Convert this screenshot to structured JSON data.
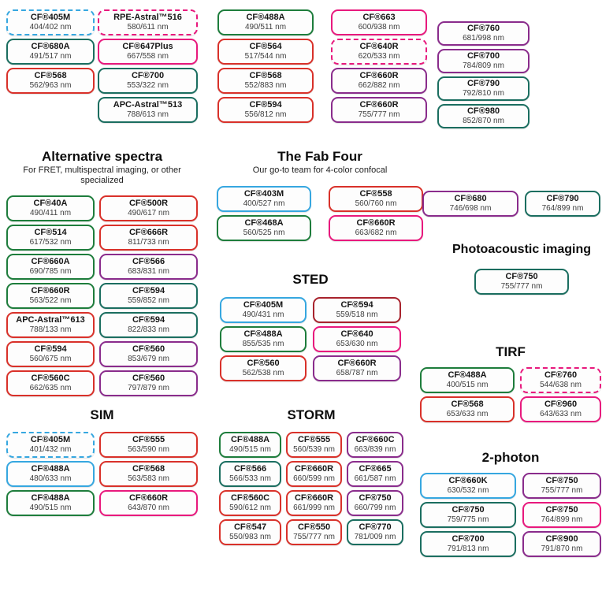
{
  "palette": {
    "blue": "#36a7e0",
    "green": "#1e7d3c",
    "teal": "#1b6e60",
    "red": "#d9312a",
    "darkred": "#a8232d",
    "pink": "#e8197d",
    "purple": "#8a2c8c"
  },
  "top_groups": [
    {
      "pills": [
        {
          "name": "CF®405M",
          "wl": "404/402 nm",
          "color": "blue",
          "dashed": true
        },
        {
          "name": "CF®680A",
          "wl": "491/517 nm",
          "color": "teal"
        },
        {
          "name": "CF®568",
          "wl": "562/963 nm",
          "color": "red"
        }
      ]
    },
    {
      "pills": [
        {
          "name": "RPE-Astral™516",
          "wl": "580/611 nm",
          "color": "pink",
          "dashed": true
        },
        {
          "name": "CF®647Plus",
          "wl": "667/558 nm",
          "color": "pink"
        },
        {
          "name": "CF®700",
          "wl": "553/322 nm",
          "color": "teal"
        },
        {
          "name": "APC-Astral™513",
          "wl": "788/613 nm",
          "color": "teal"
        }
      ]
    },
    {
      "pills": [
        {
          "name": "CF®488A",
          "wl": "490/511 nm",
          "color": "green"
        },
        {
          "name": "CF®564",
          "wl": "517/544 nm",
          "color": "red"
        },
        {
          "name": "CF®568",
          "wl": "552/883 nm",
          "color": "red"
        },
        {
          "name": "CF®594",
          "wl": "556/812 nm",
          "color": "red"
        }
      ]
    },
    {
      "pills": [
        {
          "name": "CF®663",
          "wl": "600/938 nm",
          "color": "pink"
        },
        {
          "name": "CF®640R",
          "wl": "620/533 nm",
          "color": "pink",
          "dashed": true
        },
        {
          "name": "CF®660R",
          "wl": "662/882 nm",
          "color": "purple"
        },
        {
          "name": "CF®660R",
          "wl": "755/777 nm",
          "color": "purple"
        }
      ]
    },
    {
      "pills": [
        {
          "name": "CF®760",
          "wl": "681/998 nm",
          "color": "purple"
        },
        {
          "name": "CF®700",
          "wl": "784/809 nm",
          "color": "purple"
        },
        {
          "name": "CF®790",
          "wl": "792/810 nm",
          "color": "teal"
        },
        {
          "name": "CF®980",
          "wl": "852/870 nm",
          "color": "teal"
        }
      ]
    }
  ],
  "standalone_pair": {
    "pills": [
      {
        "name": "CF®680",
        "wl": "746/698 nm",
        "color": "purple"
      },
      {
        "name": "CF®790",
        "wl": "764/899 nm",
        "color": "teal"
      }
    ]
  },
  "sections": {
    "alternative": {
      "title": "Alternative spectra",
      "subtitle": "For FRET, multispectral imaging, or other specialized",
      "pills": [
        {
          "name": "CF®40A",
          "wl": "490/411 nm",
          "color": "green"
        },
        {
          "name": "CF®500R",
          "wl": "490/617 nm",
          "color": "red"
        },
        {
          "name": "CF®514",
          "wl": "617/532 nm",
          "color": "green"
        },
        {
          "name": "CF®666R",
          "wl": "811/733 nm",
          "color": "red"
        },
        {
          "name": "CF®660A",
          "wl": "690/785 nm",
          "color": "green"
        },
        {
          "name": "CF®566",
          "wl": "683/831 nm",
          "color": "purple"
        },
        {
          "name": "CF®660R",
          "wl": "563/522 nm",
          "color": "green"
        },
        {
          "name": "CF®594",
          "wl": "559/852 nm",
          "color": "teal"
        },
        {
          "name": "APC-Astral™613",
          "wl": "788/133 nm",
          "color": "red"
        },
        {
          "name": "CF®594",
          "wl": "822/833 nm",
          "color": "teal"
        },
        {
          "name": "CF®594",
          "wl": "560/675 nm",
          "color": "red"
        },
        {
          "name": "CF®560",
          "wl": "853/679 nm",
          "color": "purple"
        },
        {
          "name": "CF®560C",
          "wl": "662/635 nm",
          "color": "red"
        },
        {
          "name": "CF®560",
          "wl": "797/879 nm",
          "color": "purple"
        }
      ]
    },
    "fab_four": {
      "title": "The Fab Four",
      "subtitle": "Our go-to team for 4-color confocal",
      "pills": [
        {
          "name": "CF®403M",
          "wl": "400/527 nm",
          "color": "blue"
        },
        {
          "name": "CF®558",
          "wl": "560/760 nm",
          "color": "red"
        },
        {
          "name": "CF®468A",
          "wl": "560/525 nm",
          "color": "green"
        },
        {
          "name": "CF®660R",
          "wl": "663/682 nm",
          "color": "pink"
        }
      ]
    },
    "sted": {
      "title": "STED",
      "pills": [
        {
          "name": "CF®405M",
          "wl": "490/431 nm",
          "color": "blue"
        },
        {
          "name": "CF®594",
          "wl": "559/518 nm",
          "color": "darkred"
        },
        {
          "name": "CF®488A",
          "wl": "855/535 nm",
          "color": "green"
        },
        {
          "name": "CF®640",
          "wl": "653/630 nm",
          "color": "pink"
        },
        {
          "name": "CF®560",
          "wl": "562/538 nm",
          "color": "red"
        },
        {
          "name": "CF®660R",
          "wl": "658/787 nm",
          "color": "purple"
        }
      ]
    },
    "photoacoustic": {
      "title": "Photoacoustic imaging",
      "pills": [
        {
          "name": "CF®750",
          "wl": "755/777 nm",
          "color": "teal"
        }
      ]
    },
    "tirf": {
      "title": "TIRF",
      "pills": [
        {
          "name": "CF®488A",
          "wl": "400/515 nm",
          "color": "green"
        },
        {
          "name": "CF®760",
          "wl": "544/638 nm",
          "color": "pink",
          "dashed": true
        },
        {
          "name": "CF®568",
          "wl": "653/633 nm",
          "color": "red"
        },
        {
          "name": "CF®960",
          "wl": "643/633 nm",
          "color": "pink"
        }
      ]
    },
    "sim": {
      "title": "SIM",
      "pills": [
        {
          "name": "CF®405M",
          "wl": "401/432 nm",
          "color": "blue",
          "dashed": true
        },
        {
          "name": "CF®555",
          "wl": "563/590 nm",
          "color": "red"
        },
        {
          "name": "CF®488A",
          "wl": "480/633 nm",
          "color": "blue"
        },
        {
          "name": "CF®568",
          "wl": "563/583 nm",
          "color": "red"
        },
        {
          "name": "CF®488A",
          "wl": "490/515 nm",
          "color": "green"
        },
        {
          "name": "CF®660R",
          "wl": "643/870 nm",
          "color": "pink"
        }
      ]
    },
    "storm": {
      "title": "STORM",
      "pills": [
        {
          "name": "CF®488A",
          "wl": "490/515 nm",
          "color": "green"
        },
        {
          "name": "CF®555",
          "wl": "560/539 nm",
          "color": "red"
        },
        {
          "name": "CF®660C",
          "wl": "663/839 nm",
          "color": "purple"
        },
        {
          "name": "CF®566",
          "wl": "566/533 nm",
          "color": "teal"
        },
        {
          "name": "CF®660R",
          "wl": "660/599 nm",
          "color": "red"
        },
        {
          "name": "CF®665",
          "wl": "661/587 nm",
          "color": "purple"
        },
        {
          "name": "CF®560C",
          "wl": "590/612 nm",
          "color": "red"
        },
        {
          "name": "CF®660R",
          "wl": "661/999 nm",
          "color": "red"
        },
        {
          "name": "CF®750",
          "wl": "660/799 nm",
          "color": "purple"
        },
        {
          "name": "CF®547",
          "wl": "550/983 nm",
          "color": "red"
        },
        {
          "name": "CF®550",
          "wl": "755/777 nm",
          "color": "red"
        },
        {
          "name": "CF®770",
          "wl": "781/009 nm",
          "color": "teal"
        }
      ]
    },
    "two_photon": {
      "title": "2-photon",
      "pills": [
        {
          "name": "CF®660K",
          "wl": "630/532 nm",
          "color": "blue"
        },
        {
          "name": "CF®750",
          "wl": "755/777 nm",
          "color": "purple"
        },
        {
          "name": "CF®750",
          "wl": "759/775 nm",
          "color": "teal"
        },
        {
          "name": "CF®750",
          "wl": "764/899 nm",
          "color": "pink"
        },
        {
          "name": "CF®700",
          "wl": "791/813 nm",
          "color": "teal"
        },
        {
          "name": "CF®900",
          "wl": "791/870 nm",
          "color": "purple"
        }
      ]
    }
  }
}
